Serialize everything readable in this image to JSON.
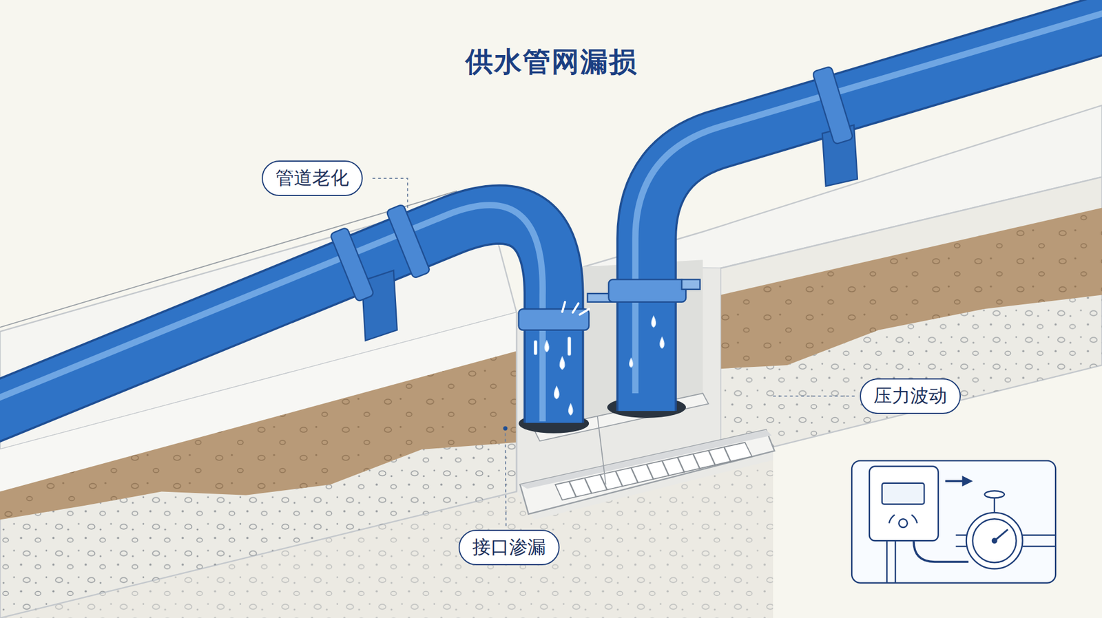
{
  "diagram": {
    "title": "供水管网漏损",
    "nodes": [
      {
        "text": [
          "管道老化"
        ]
      },
      {
        "text": [
          "压力波动"
        ]
      },
      {
        "text": [
          "接口渗漏"
        ]
      }
    ]
  }
}
